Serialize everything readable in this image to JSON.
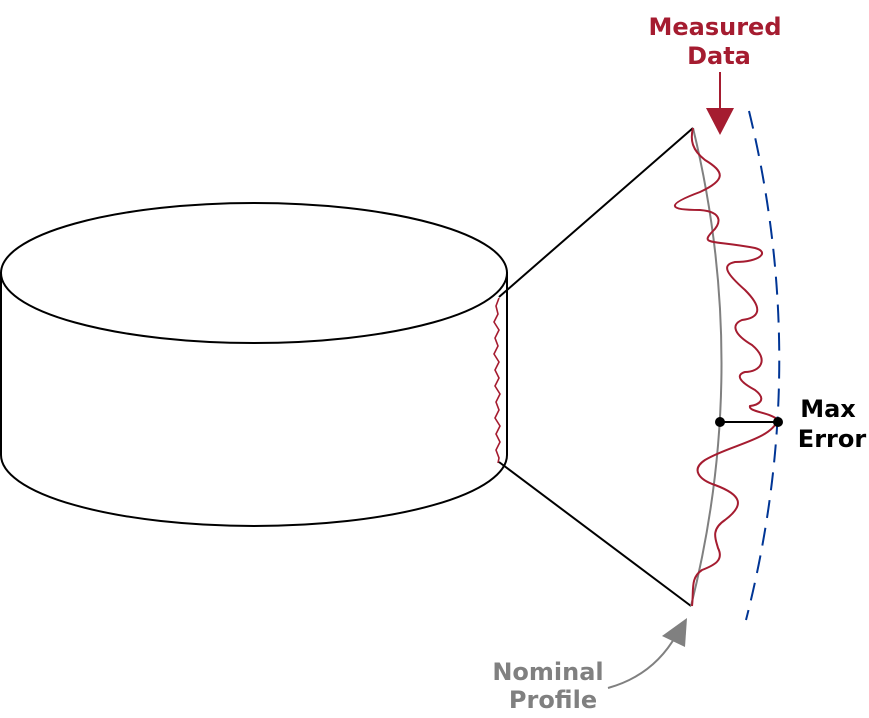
{
  "labels": {
    "measured_line1": "Measured",
    "measured_line2": "Data",
    "max_line1": "Max",
    "max_line2": "Error",
    "nominal_line1": "Nominal",
    "nominal_line2": "Profile"
  },
  "colors": {
    "measured": "#a51c30",
    "nominal": "#808080",
    "tolerance": "#003595",
    "outline": "#000000"
  },
  "elements": {
    "cylinder": "3D cylinder part outline",
    "measured_profile": "red wavy measured data trace",
    "nominal_profile": "gray arc nominal profile",
    "tolerance_boundary": "blue dashed tolerance boundary",
    "max_error_marker": "black segment between nominal and measured max deviation"
  }
}
